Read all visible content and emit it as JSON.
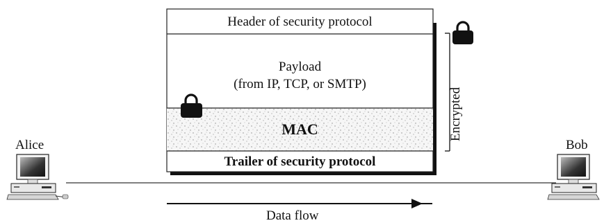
{
  "packet": {
    "header": "Header of security protocol",
    "payload_line1": "Payload",
    "payload_line2": "(from IP, TCP, or SMTP)",
    "mac": "MAC",
    "trailer": "Trailer of security protocol"
  },
  "encrypted_label": "Encrypted",
  "alice_label": "Alice",
  "bob_label": "Bob",
  "data_flow_label": "Data flow",
  "icons": {
    "lock": "lock-icon",
    "computer": "computer-icon",
    "arrow": "arrow-right-icon"
  }
}
